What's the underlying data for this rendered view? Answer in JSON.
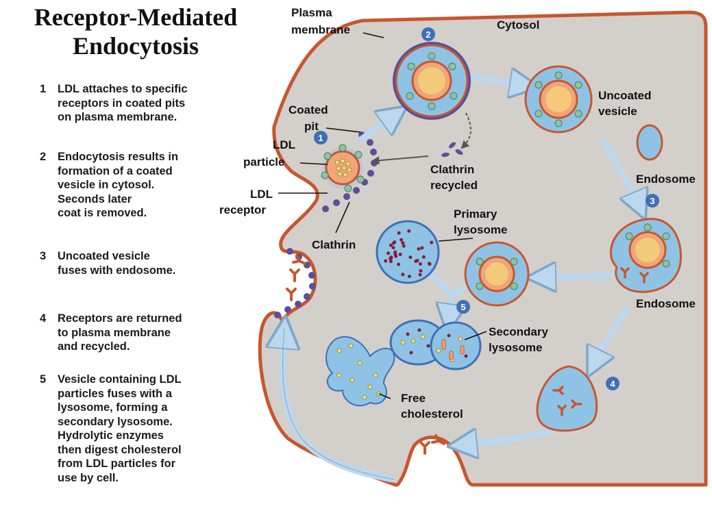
{
  "title": {
    "line1": "Receptor-Mediated",
    "line2": "Endocytosis"
  },
  "steps": [
    {
      "num": "1",
      "text": "LDL attaches to specific\nreceptors in coated pits\non plasma membrane."
    },
    {
      "num": "2",
      "text": "Endocytosis results in\nformation of a coated\nvesicle in cytosol.\nSeconds later\ncoat is removed."
    },
    {
      "num": "3",
      "text": "Uncoated vesicle\nfuses with endosome."
    },
    {
      "num": "4",
      "text": "Receptors are returned\nto plasma membrane\nand recycled."
    },
    {
      "num": "5",
      "text": "Vesicle containing LDL\nparticles fuses with a\nlysosome, forming a\nsecondary lysosome.\nHydrolytic enzymes\nthen digest cholesterol\nfrom LDL particles for\nuse by cell."
    }
  ],
  "labels": {
    "plasma_membrane_1": "Plasma",
    "plasma_membrane_2": "membrane",
    "cytosol": "Cytosol",
    "coated_pit_1": "Coated",
    "coated_pit_2": "pit",
    "ldl_particle_1": "LDL",
    "ldl_particle_2": "particle",
    "ldl_receptor_1": "LDL",
    "ldl_receptor_2": "receptor",
    "clathrin": "Clathrin",
    "clathrin_recycled_1": "Clathrin",
    "clathrin_recycled_2": "recycled",
    "uncoated_vesicle_1": "Uncoated",
    "uncoated_vesicle_2": "vesicle",
    "endosome_top": "Endosome",
    "endosome_mid": "Endosome",
    "primary_lysosome_1": "Primary",
    "primary_lysosome_2": "lysosome",
    "secondary_lysosome_1": "Secondary",
    "secondary_lysosome_2": "lysosome",
    "free_cholesterol_1": "Free",
    "free_cholesterol_2": "cholesterol"
  },
  "badges": {
    "b1": "1",
    "b2": "2",
    "b3": "3",
    "b4": "4",
    "b5": "5"
  },
  "colors": {
    "cytosol": "#d3cfcb",
    "membrane": "#c8562e",
    "vesicle_fill": "#8ec3e6",
    "ldl_core": "#f0a57a",
    "clathrin": "#5a4f9a",
    "receptor_ball": "#8cc3a2",
    "arrow": "#bcd8ee",
    "badge": "#3f6fb6",
    "lysosome_dot": "#8a1b36"
  }
}
